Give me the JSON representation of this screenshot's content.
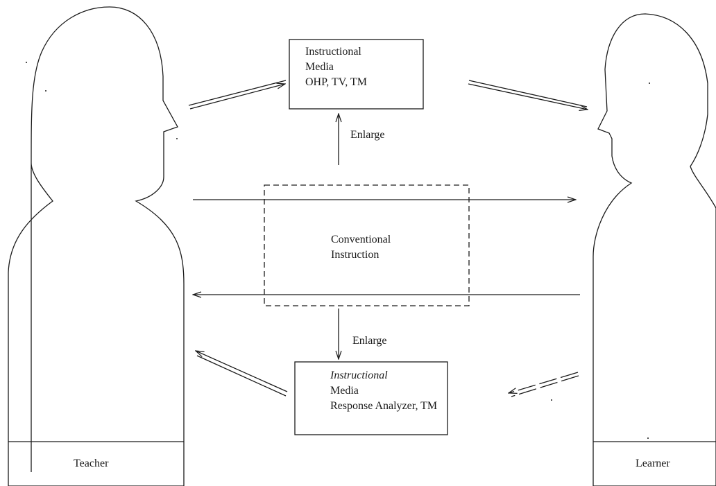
{
  "figures": {
    "teacher": {
      "label": "Teacher"
    },
    "learner": {
      "label": "Learner"
    }
  },
  "boxes": {
    "media_top": {
      "lines": [
        "Instructional",
        "Media",
        "OHP, TV, TM"
      ]
    },
    "conventional": {
      "lines": [
        "Conventional",
        "Instruction"
      ]
    },
    "media_bottom": {
      "lines": [
        "Instructional",
        "Media",
        "Response Analyzer, TM"
      ]
    }
  },
  "arrows": {
    "enlarge_up": "Enlarge",
    "enlarge_down": "Enlarge"
  },
  "colors": {
    "ink": "#1a1a1a",
    "background": "#ffffff"
  }
}
